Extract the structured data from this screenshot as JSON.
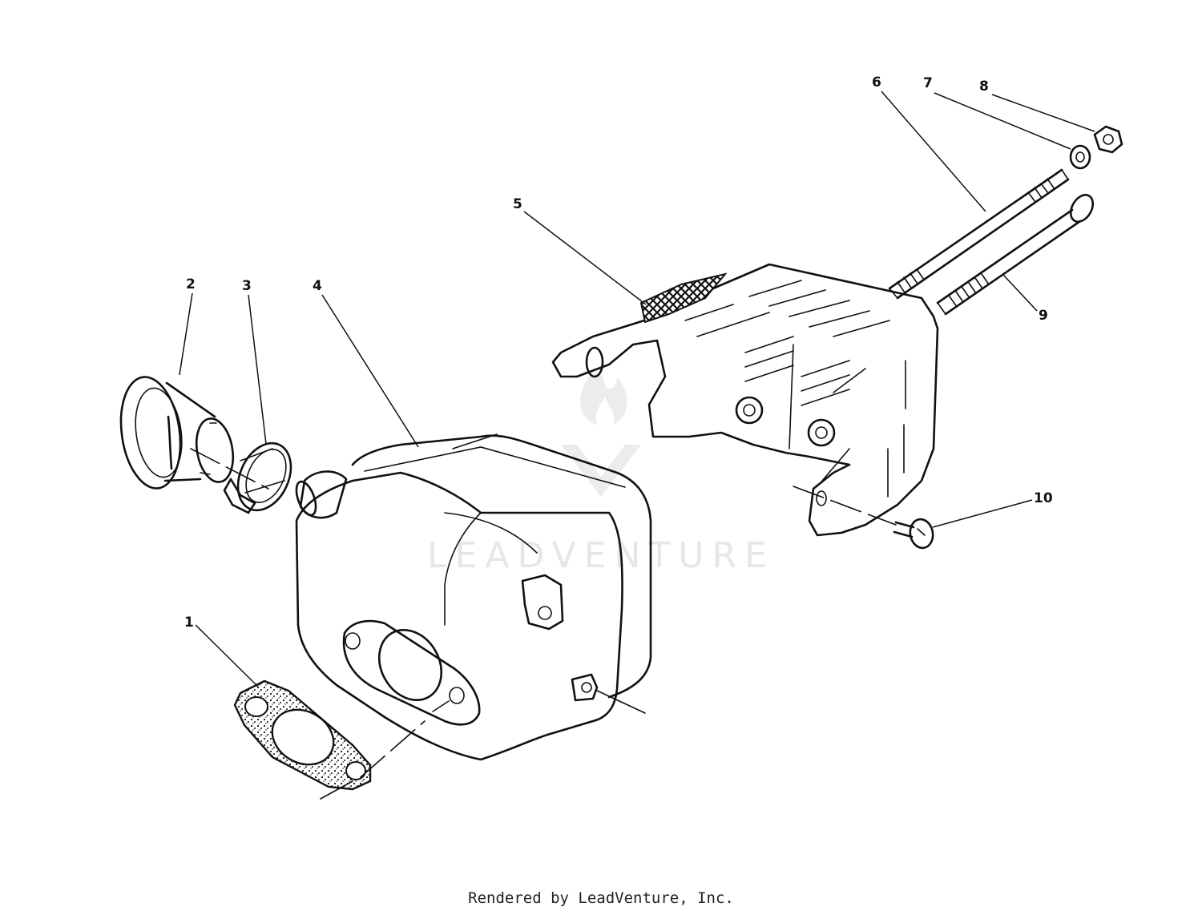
{
  "watermark": "LEADVENTURE",
  "footer": "Rendered by LeadVenture, Inc.",
  "callouts": [
    {
      "id": "1",
      "label": "1"
    },
    {
      "id": "2",
      "label": "2"
    },
    {
      "id": "3",
      "label": "3"
    },
    {
      "id": "4",
      "label": "4"
    },
    {
      "id": "5",
      "label": "5"
    },
    {
      "id": "6",
      "label": "6"
    },
    {
      "id": "7",
      "label": "7"
    },
    {
      "id": "8",
      "label": "8"
    },
    {
      "id": "9",
      "label": "9"
    },
    {
      "id": "10",
      "label": "10"
    }
  ]
}
